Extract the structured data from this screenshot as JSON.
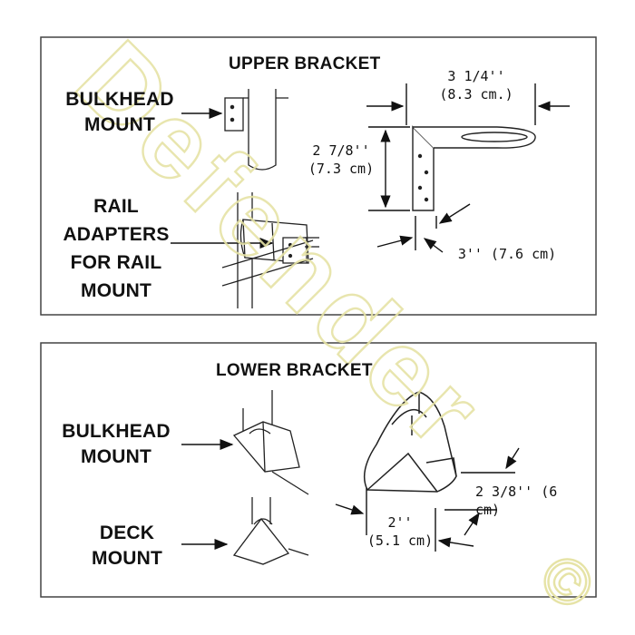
{
  "watermark": {
    "text": "Defender",
    "symbol": "©"
  },
  "upper": {
    "title": "UPPER BRACKET",
    "bulkhead_line1": "BULKHEAD",
    "bulkhead_line2": "MOUNT",
    "rail_line1": "RAIL",
    "rail_line2": "ADAPTERS",
    "rail_line3": "FOR RAIL",
    "rail_line4": "MOUNT",
    "width_in": "3 1/4''",
    "width_cm": "(8.3 cm.)",
    "height_in": "2 7/8''",
    "height_cm": "(7.3 cm)",
    "depth": "3'' (7.6 cm)"
  },
  "lower": {
    "title": "LOWER BRACKET",
    "bulkhead_line1": "BULKHEAD",
    "bulkhead_line2": "MOUNT",
    "deck_line1": "DECK",
    "deck_line2": "MOUNT",
    "height": "2 3/8'' (6 cm)",
    "width_in": "2''",
    "width_cm": "(5.1 cm)"
  }
}
